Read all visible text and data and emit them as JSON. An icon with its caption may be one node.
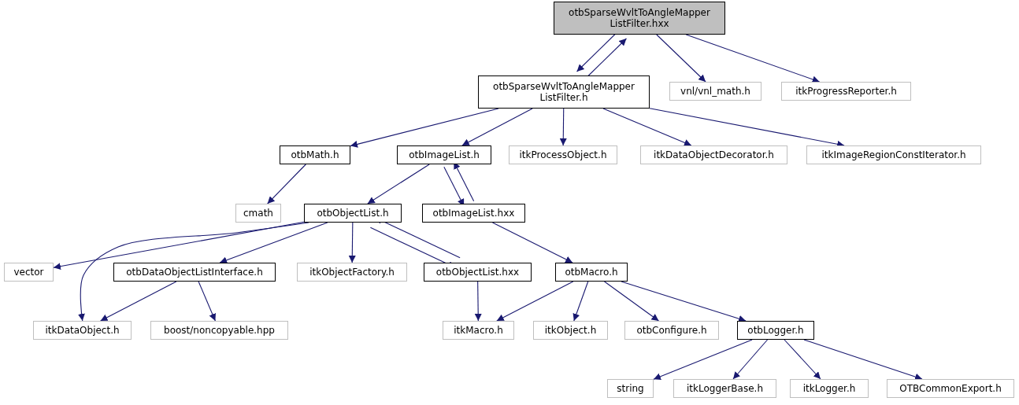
{
  "diagram": {
    "nodes": [
      {
        "text": [
          "otbSparseWvltToAngleMapper ListFilter.hxx"
        ]
      },
      {
        "text": [
          "otbSparseWvltToAngleMapper ListFilter.h"
        ]
      },
      {
        "text": [
          "vnl/vnl_math.h"
        ]
      },
      {
        "text": [
          "itkProgressReporter.h"
        ]
      },
      {
        "text": [
          "otbMath.h"
        ]
      },
      {
        "text": [
          "otbImageList.h"
        ]
      },
      {
        "text": [
          "itkProcessObject.h"
        ]
      },
      {
        "text": [
          "itkDataObjectDecorator.h"
        ]
      },
      {
        "text": [
          "itkImageRegionConstIterator.h"
        ]
      },
      {
        "text": [
          "cmath"
        ]
      },
      {
        "text": [
          "otbObjectList.h"
        ]
      },
      {
        "text": [
          "otbImageList.hxx"
        ]
      },
      {
        "text": [
          "vector"
        ]
      },
      {
        "text": [
          "otbDataObjectListInterface.h"
        ]
      },
      {
        "text": [
          "itkObjectFactory.h"
        ]
      },
      {
        "text": [
          "otbObjectList.hxx"
        ]
      },
      {
        "text": [
          "otbMacro.h"
        ]
      },
      {
        "text": [
          "itkDataObject.h"
        ]
      },
      {
        "text": [
          "boost/noncopyable.hpp"
        ]
      },
      {
        "text": [
          "itkMacro.h"
        ]
      },
      {
        "text": [
          "itkObject.h"
        ]
      },
      {
        "text": [
          "otbConfigure.h"
        ]
      },
      {
        "text": [
          "otbLogger.h"
        ]
      },
      {
        "text": [
          "string"
        ]
      },
      {
        "text": [
          "itkLoggerBase.h"
        ]
      },
      {
        "text": [
          "itkLogger.h"
        ]
      },
      {
        "text": [
          "OTBCommonExport.h"
        ]
      }
    ],
    "edges": [
      {
        "from": 0,
        "to": 1,
        "arrow": "to"
      },
      {
        "from": 1,
        "to": 0,
        "arrow": "to"
      },
      {
        "from": 0,
        "to": 2,
        "arrow": "to"
      },
      {
        "from": 0,
        "to": 3,
        "arrow": "to"
      },
      {
        "from": 1,
        "to": 4,
        "arrow": "to"
      },
      {
        "from": 1,
        "to": 5,
        "arrow": "to"
      },
      {
        "from": 1,
        "to": 6,
        "arrow": "to"
      },
      {
        "from": 1,
        "to": 7,
        "arrow": "to"
      },
      {
        "from": 1,
        "to": 8,
        "arrow": "to"
      },
      {
        "from": 4,
        "to": 9,
        "arrow": "to"
      },
      {
        "from": 5,
        "to": 10,
        "arrow": "to"
      },
      {
        "from": 5,
        "to": 11,
        "arrow": "to"
      },
      {
        "from": 11,
        "to": 5,
        "arrow": "to"
      },
      {
        "from": 10,
        "to": 12,
        "arrow": "to"
      },
      {
        "from": 10,
        "to": 17,
        "arrow": "to"
      },
      {
        "from": 10,
        "to": 13,
        "arrow": "to"
      },
      {
        "from": 10,
        "to": 14,
        "arrow": "to"
      },
      {
        "from": 10,
        "to": 15,
        "arrow": "to"
      },
      {
        "from": 15,
        "to": 10,
        "arrow": "to"
      },
      {
        "from": 11,
        "to": 16,
        "arrow": "to"
      },
      {
        "from": 13,
        "to": 17,
        "arrow": "to"
      },
      {
        "from": 13,
        "to": 18,
        "arrow": "to"
      },
      {
        "from": 15,
        "to": 19,
        "arrow": "to"
      },
      {
        "from": 16,
        "to": 19,
        "arrow": "to"
      },
      {
        "from": 16,
        "to": 20,
        "arrow": "to"
      },
      {
        "from": 16,
        "to": 21,
        "arrow": "to"
      },
      {
        "from": 16,
        "to": 22,
        "arrow": "to"
      },
      {
        "from": 22,
        "to": 23,
        "arrow": "to"
      },
      {
        "from": 22,
        "to": 24,
        "arrow": "to"
      },
      {
        "from": 22,
        "to": 25,
        "arrow": "to"
      },
      {
        "from": 22,
        "to": 26,
        "arrow": "to"
      }
    ]
  }
}
